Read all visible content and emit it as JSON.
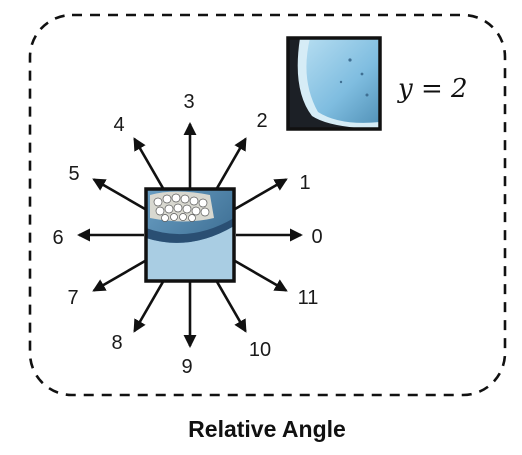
{
  "figure": {
    "caption": "Relative Angle",
    "label_y": "y = 2",
    "direction_labels": [
      "0",
      "1",
      "2",
      "3",
      "4",
      "5",
      "6",
      "7",
      "8",
      "9",
      "10",
      "11"
    ],
    "colors": {
      "border": "#111111",
      "arrow": "#111111",
      "patch_sky": "#8ec8e8",
      "patch_dark": "#1c2026"
    }
  }
}
